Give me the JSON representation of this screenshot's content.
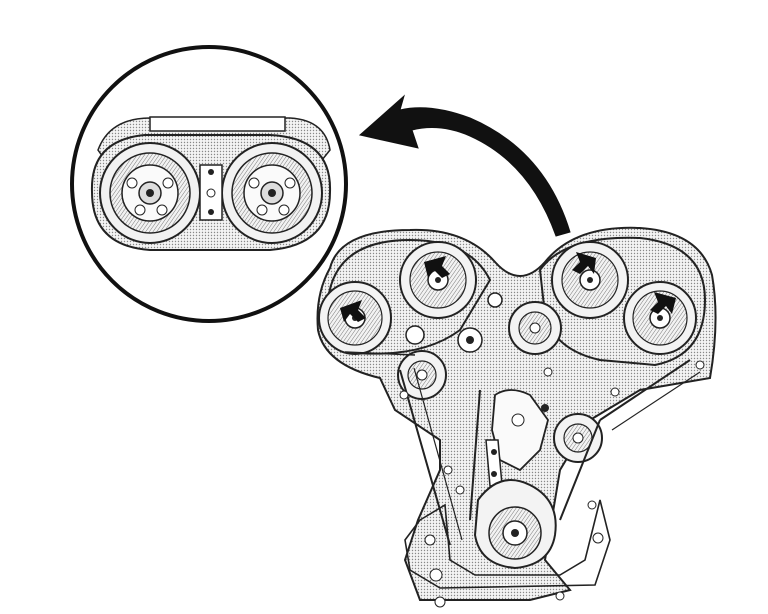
{
  "diagram": {
    "kind": "engine-timing-belt-illustration",
    "texts": [],
    "style": {
      "background": "#ffffff",
      "line": "#1a1a1a",
      "hatch": "#6f6f6f",
      "fill_light": "#e8e8e8",
      "arrow_fill": "#111111"
    },
    "components": {
      "callout_circle": "inset-zoom-circle",
      "curved_arrow": "curved-pointer-arrow",
      "camshaft_sprockets": 4,
      "direction_arrows": 4
    }
  }
}
